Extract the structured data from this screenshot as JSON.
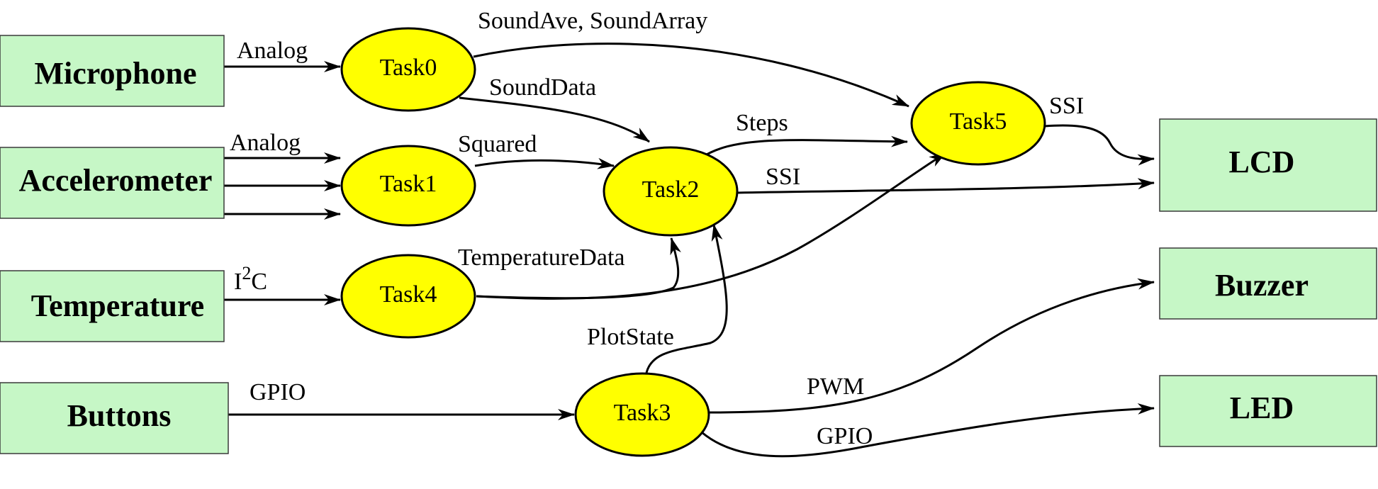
{
  "colors": {
    "box_fill": "#c6f7c6",
    "node_fill": "#ffff00",
    "line": "#000000"
  },
  "devices": {
    "microphone": "Microphone",
    "accelerometer": "Accelerometer",
    "temperature": "Temperature",
    "buttons": "Buttons",
    "lcd": "LCD",
    "buzzer": "Buzzer",
    "led": "LED"
  },
  "tasks": {
    "task0": "Task0",
    "task1": "Task1",
    "task2": "Task2",
    "task3": "Task3",
    "task4": "Task4",
    "task5": "Task5"
  },
  "edges": {
    "mic_analog": "Analog",
    "accel_analog": "Analog",
    "sound_ave_array": "SoundAve, SoundArray",
    "sound_data": "SoundData",
    "squared": "Squared",
    "steps": "Steps",
    "ssi_task2": "SSI",
    "ssi_task5": "SSI",
    "i2c_base": "I",
    "i2c_sup": "2",
    "i2c_end": "C",
    "temperature_data": "TemperatureData",
    "plot_state": "PlotState",
    "gpio_in": "GPIO",
    "pwm": "PWM",
    "gpio_out": "GPIO"
  }
}
